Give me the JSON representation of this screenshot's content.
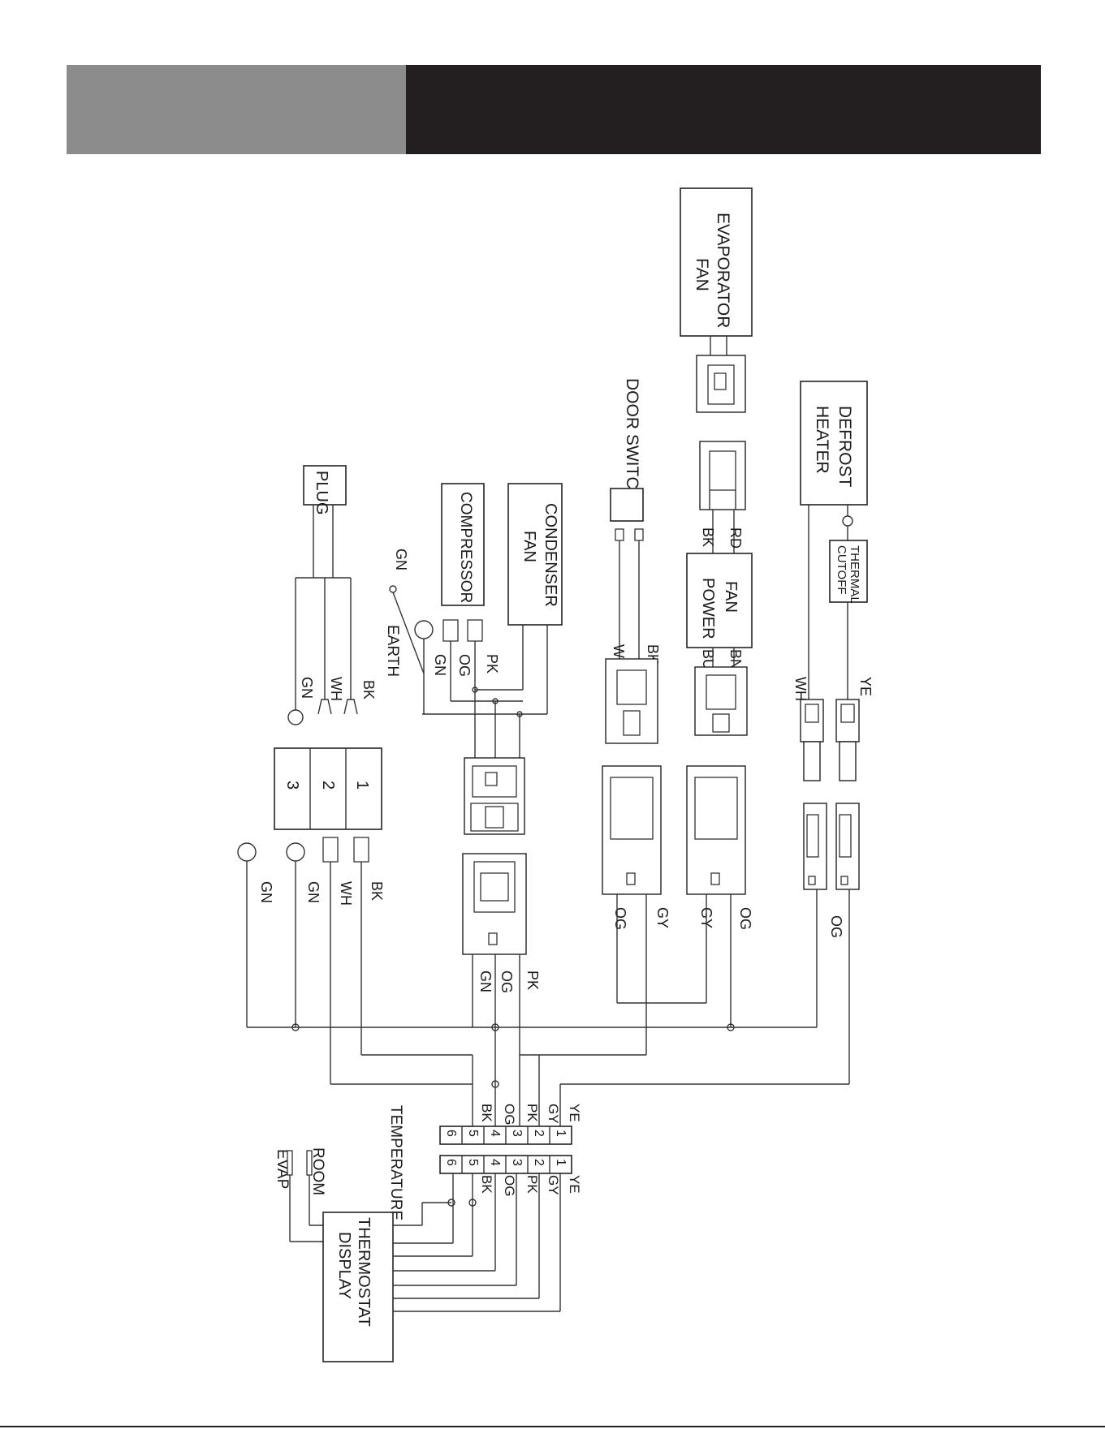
{
  "header": {
    "left_color": "#8c8c8c",
    "right_color": "#231f20"
  },
  "components": {
    "evaporator_fan": [
      "EVAPORATOR",
      "FAN"
    ],
    "defrost_heater": [
      "DEFROST",
      "HEATER"
    ],
    "door_switch": "DOOR SWITCH",
    "thermal_cutoff": [
      "THERMAL",
      "CUTOFF"
    ],
    "fan_power": [
      "FAN",
      "POWER"
    ],
    "plug": "PLUG",
    "compressor": "COMPRESSOR",
    "condenser_fan": [
      "CONDENSER",
      "FAN"
    ],
    "earth": "EARTH",
    "temperature": "TEMPERATURE",
    "room": "ROOM",
    "evap": "EVAP",
    "thermostat_display": [
      "THERMOSTAT",
      "DISPLAY"
    ]
  },
  "wires": {
    "rd": "RD",
    "bk": "BK",
    "bn": "BN",
    "bu": "BU",
    "wh": "WH",
    "ye": "YE",
    "gn": "GN",
    "og": "OG",
    "pk": "PK",
    "gy": "GY"
  },
  "terminal_block": [
    "1",
    "2",
    "3"
  ],
  "connector_pins": [
    "1",
    "2",
    "3",
    "4",
    "5",
    "6"
  ]
}
